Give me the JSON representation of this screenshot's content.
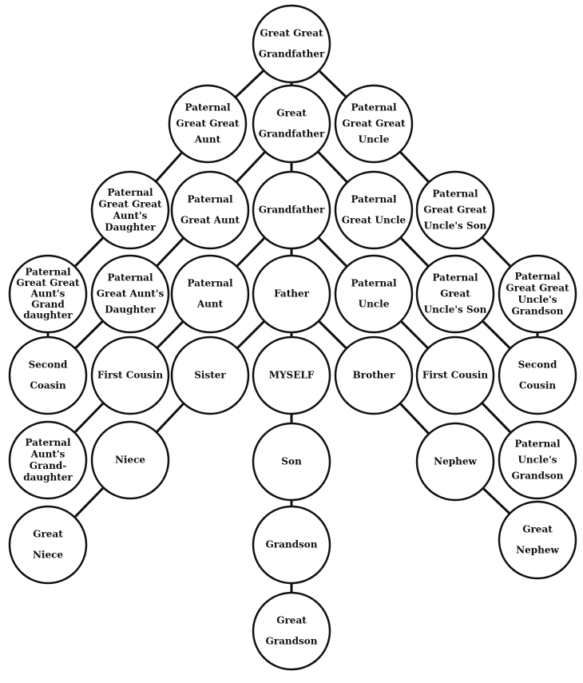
{
  "nodes": [
    {
      "id": "great-great-grandfather",
      "lines": [
        "Great Great",
        "Grandfather"
      ]
    },
    {
      "id": "paternal-great-great-aunt",
      "lines": [
        "Paternal",
        "Great Great",
        "Aunt"
      ]
    },
    {
      "id": "great-grandfather",
      "lines": [
        "Great",
        "Grandfather"
      ]
    },
    {
      "id": "paternal-great-great-uncle",
      "lines": [
        "Paternal",
        "Great Great",
        "Uncle"
      ]
    },
    {
      "id": "paternal-great-great-aunts-daughter",
      "lines": [
        "Paternal",
        "Great Great",
        "Aunt's",
        "Daughter"
      ]
    },
    {
      "id": "paternal-great-aunt",
      "lines": [
        "Paternal",
        "Great Aunt"
      ]
    },
    {
      "id": "grandfather",
      "lines": [
        "Grandfather"
      ]
    },
    {
      "id": "paternal-great-uncle",
      "lines": [
        "Paternal",
        "Great Uncle"
      ]
    },
    {
      "id": "paternal-great-great-uncles-son",
      "lines": [
        "Paternal",
        "Great Great",
        "Uncle's Son"
      ]
    },
    {
      "id": "paternal-great-great-aunts-granddaughter",
      "lines": [
        "Paternal",
        "Great Great",
        "Aunt's",
        "Grand",
        "daughter"
      ]
    },
    {
      "id": "paternal-great-aunts-daughter",
      "lines": [
        "Paternal",
        "Great Aunt's",
        "Daughter"
      ]
    },
    {
      "id": "paternal-aunt",
      "lines": [
        "Paternal",
        "Aunt"
      ]
    },
    {
      "id": "father",
      "lines": [
        "Father"
      ]
    },
    {
      "id": "paternal-uncle",
      "lines": [
        "Paternal",
        "Uncle"
      ]
    },
    {
      "id": "paternal-great-uncles-son",
      "lines": [
        "Paternal",
        "Great",
        "Uncle's Son"
      ]
    },
    {
      "id": "paternal-great-great-uncles-grandson",
      "lines": [
        "Paternal",
        "Great Great",
        "Uncle's",
        "Grandson"
      ]
    },
    {
      "id": "second-cousin-left",
      "lines": [
        "Second",
        "Coasin"
      ]
    },
    {
      "id": "first-cousin-left",
      "lines": [
        "First Cousin"
      ]
    },
    {
      "id": "sister",
      "lines": [
        "Sister"
      ]
    },
    {
      "id": "myself",
      "lines": [
        "MYSELF"
      ]
    },
    {
      "id": "brother",
      "lines": [
        "Brother"
      ]
    },
    {
      "id": "first-cousin-right",
      "lines": [
        "First Cousin"
      ]
    },
    {
      "id": "second-cousin-right",
      "lines": [
        "Second",
        "Cousin"
      ]
    },
    {
      "id": "paternal-aunts-granddaughter",
      "lines": [
        "Paternal",
        "Aunt's",
        "Grand-",
        "daughter"
      ]
    },
    {
      "id": "niece",
      "lines": [
        "Niece"
      ]
    },
    {
      "id": "son",
      "lines": [
        "Son"
      ]
    },
    {
      "id": "nephew",
      "lines": [
        "Nephew"
      ]
    },
    {
      "id": "paternal-uncles-grandson",
      "lines": [
        "Paternal",
        "Uncle's",
        "Grandson"
      ]
    },
    {
      "id": "great-niece",
      "lines": [
        "Great",
        "Niece"
      ]
    },
    {
      "id": "grandson",
      "lines": [
        "Grandson"
      ]
    },
    {
      "id": "great-nephew",
      "lines": [
        "Great",
        "Nephew"
      ]
    },
    {
      "id": "great-grandson",
      "lines": [
        "Great",
        "Grandson"
      ]
    }
  ],
  "edges": [
    [
      "great-great-grandfather",
      "paternal-great-great-aunt"
    ],
    [
      "great-great-grandfather",
      "great-grandfather"
    ],
    [
      "great-great-grandfather",
      "paternal-great-great-uncle"
    ],
    [
      "paternal-great-great-aunt",
      "paternal-great-great-aunts-daughter"
    ],
    [
      "great-grandfather",
      "paternal-great-aunt"
    ],
    [
      "great-grandfather",
      "grandfather"
    ],
    [
      "great-grandfather",
      "paternal-great-uncle"
    ],
    [
      "paternal-great-great-uncle",
      "paternal-great-great-uncles-son"
    ],
    [
      "paternal-great-great-aunts-daughter",
      "paternal-great-great-aunts-granddaughter"
    ],
    [
      "paternal-great-aunt",
      "paternal-great-aunts-daughter"
    ],
    [
      "grandfather",
      "paternal-aunt"
    ],
    [
      "grandfather",
      "father"
    ],
    [
      "grandfather",
      "paternal-uncle"
    ],
    [
      "paternal-great-uncle",
      "paternal-great-uncles-son"
    ],
    [
      "paternal-great-great-uncles-son",
      "paternal-great-great-uncles-grandson"
    ],
    [
      "paternal-great-great-aunts-granddaughter",
      "second-cousin-left"
    ],
    [
      "paternal-great-aunts-daughter",
      "second-cousin-left"
    ],
    [
      "paternal-aunt",
      "first-cousin-left"
    ],
    [
      "father",
      "sister"
    ],
    [
      "father",
      "myself"
    ],
    [
      "father",
      "brother"
    ],
    [
      "paternal-uncle",
      "first-cousin-right"
    ],
    [
      "paternal-great-uncles-son",
      "second-cousin-right"
    ],
    [
      "paternal-great-great-uncles-grandson",
      "second-cousin-right"
    ],
    [
      "first-cousin-left",
      "paternal-aunts-granddaughter"
    ],
    [
      "sister",
      "niece"
    ],
    [
      "myself",
      "son"
    ],
    [
      "brother",
      "nephew"
    ],
    [
      "first-cousin-right",
      "paternal-uncles-grandson"
    ],
    [
      "niece",
      "great-niece"
    ],
    [
      "son",
      "grandson"
    ],
    [
      "nephew",
      "great-nephew"
    ],
    [
      "grandson",
      "great-grandson"
    ]
  ]
}
